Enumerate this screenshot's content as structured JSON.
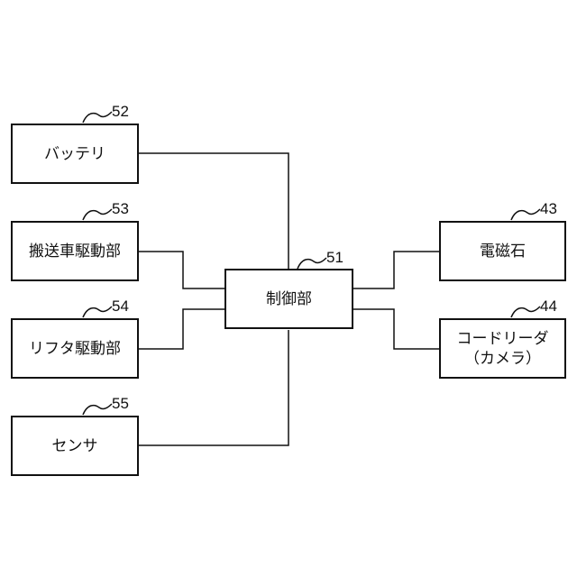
{
  "diagram": {
    "blocks": [
      {
        "id": "battery",
        "ref": "52",
        "label": "バッテリ"
      },
      {
        "id": "transport",
        "ref": "53",
        "label": "搬送車駆動部"
      },
      {
        "id": "lift",
        "ref": "54",
        "label": "リフタ駆動部"
      },
      {
        "id": "sensor",
        "ref": "55",
        "label": "センサ"
      },
      {
        "id": "controller",
        "ref": "51",
        "label": "制御部"
      },
      {
        "id": "electromagnet",
        "ref": "43",
        "label": "電磁石"
      },
      {
        "id": "code-reader",
        "ref": "44",
        "label_line1": "コードリーダ",
        "label_line2": "（カメラ）"
      }
    ],
    "connections": [
      [
        "battery",
        "controller"
      ],
      [
        "transport",
        "controller"
      ],
      [
        "lift",
        "controller"
      ],
      [
        "sensor",
        "controller"
      ],
      [
        "controller",
        "electromagnet"
      ],
      [
        "controller",
        "code-reader"
      ]
    ]
  }
}
